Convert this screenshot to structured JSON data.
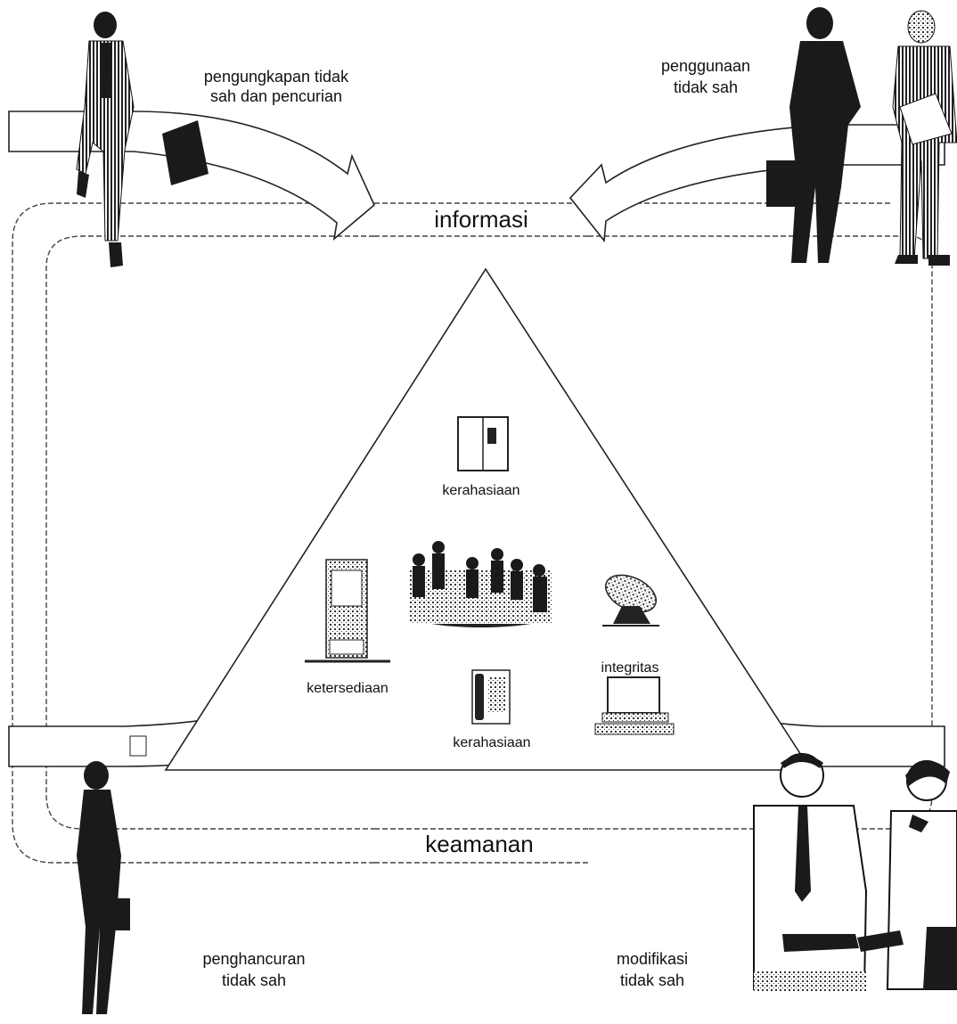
{
  "top_band_label": "informasi",
  "bottom_band_label": "keamanan",
  "threats": {
    "top_left": [
      "pengungkapan tidak",
      "sah dan pencurian"
    ],
    "top_right": [
      "penggunaan",
      "tidak sah"
    ],
    "bottom_left": [
      "penghancuran",
      "tidak sah"
    ],
    "bottom_right": [
      "modifikasi",
      "tidak sah"
    ]
  },
  "triangle": {
    "top_label": "kerahasiaan",
    "left_label": "ketersediaan",
    "bottom_label": "kerahasiaan",
    "right_label": "integritas"
  },
  "icons": [
    "safe-icon",
    "meeting-icon",
    "server-icon",
    "satellite-dish-icon",
    "telephone-icon",
    "computer-icon"
  ]
}
